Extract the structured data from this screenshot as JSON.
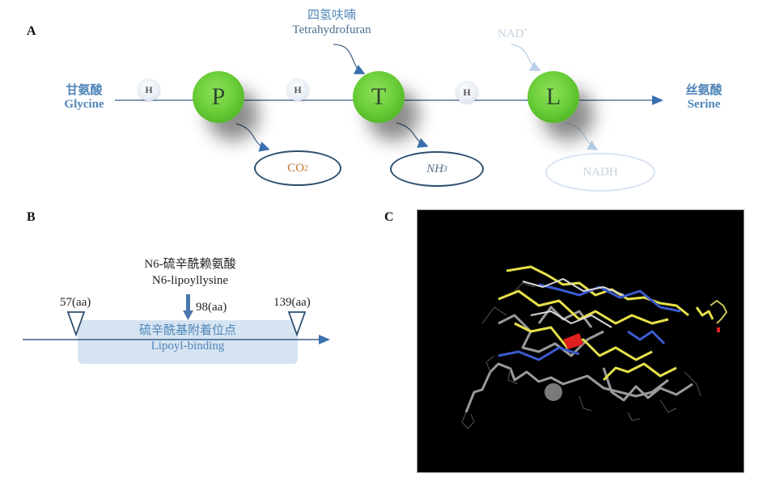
{
  "panel_a": {
    "label": "A",
    "start": {
      "zh": "甘氨酸",
      "en": "Glycine"
    },
    "end": {
      "zh": "丝氨酸",
      "en": "Serine"
    },
    "cofactor_top": {
      "zh": "四氢呋喃",
      "en": "Tetrahydrofuran"
    },
    "nad_plus": "NAD",
    "nad_plus_sup": "+",
    "h_label": "H",
    "proteins": [
      "P",
      "T",
      "L"
    ],
    "products": {
      "co2": {
        "main": "CO",
        "sub": "2"
      },
      "nh3": {
        "main": "NH",
        "sub": "3"
      },
      "nadh": "NADH"
    },
    "colors": {
      "sphere": "#6ccf3a",
      "pathway_line": "#4a6a8f",
      "label_blue": "#4f86b8",
      "co2_text": "#c0722e"
    }
  },
  "panel_b": {
    "label": "B",
    "modification": {
      "zh": "N6-硫辛酰赖氨酸",
      "en": "N6-lipoyllysine"
    },
    "site_start": "57(aa)",
    "site_mid": "98(aa)",
    "site_end": "139(aa)",
    "domain": {
      "zh": "硫辛酰基附着位点",
      "en": "Lipoyl-binding"
    },
    "colors": {
      "domain_box": "#d6e4f2",
      "domain_text": "#4f86b8"
    }
  },
  "panel_c": {
    "label": "C",
    "image_desc_icon": "protein-structure-render"
  }
}
